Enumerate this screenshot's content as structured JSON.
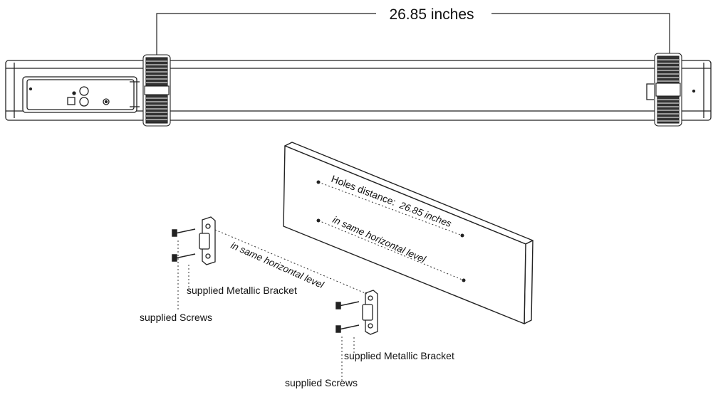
{
  "dimension": {
    "text": "26.85 inches"
  },
  "wall_board": {
    "holes_label": "Holes distance:",
    "holes_value": "26.85 inches",
    "level_label": "in same horizontal level"
  },
  "brackets": {
    "level_label": "in same horizontal level",
    "left": {
      "bracket_label": "supplied Metallic Bracket",
      "screws_label": "supplied Screws"
    },
    "right": {
      "bracket_label": "supplied Metallic Bracket",
      "screws_label": "supplied Screws"
    }
  }
}
